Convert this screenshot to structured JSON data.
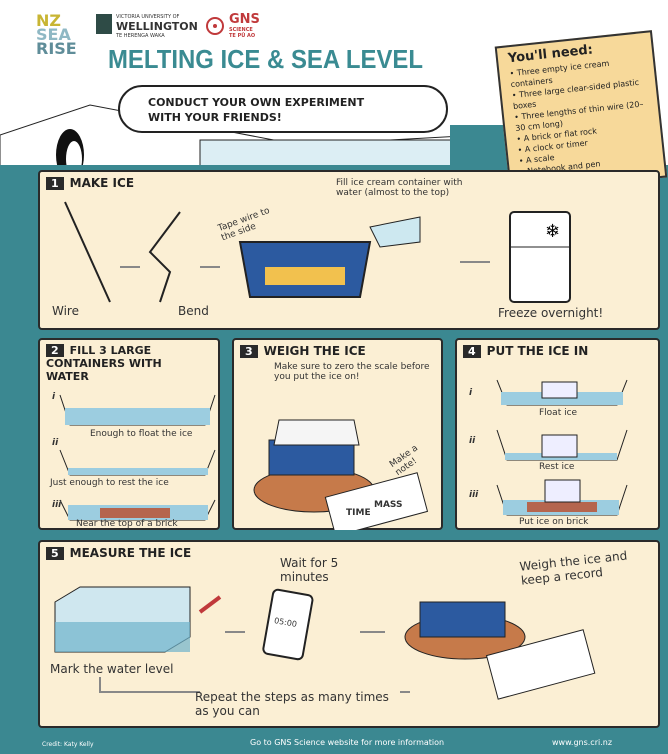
{
  "logos": {
    "nz_sea_rise": [
      "NZ",
      "SEA",
      "RISE"
    ],
    "vuw": {
      "top": "VICTORIA UNIVERSITY OF",
      "name": "WELLINGTON",
      "sub": "TE HERENGA WAKA"
    },
    "gns": {
      "name": "GNS",
      "sub": "SCIENCE",
      "tag": "TE PŪ AO"
    }
  },
  "title": "MELTING ICE & SEA LEVEL",
  "bubble": [
    "CONDUCT YOUR OWN EXPERIMENT",
    "WITH YOUR FRIENDS!"
  ],
  "needs": {
    "heading": "You'll need:",
    "items": [
      "Three empty ice cream containers",
      "Three large clear-sided plastic boxes",
      "Three lengths of thin wire (20–30 cm long)",
      "A brick or flat rock",
      "A clock or timer",
      "A scale",
      "Notebook and pen"
    ]
  },
  "step1": {
    "num": "1",
    "title": "MAKE ICE",
    "wire": "Wire",
    "bend": "Bend",
    "tape": "Tape wire to the side",
    "fill": "Fill ice cream container with water (almost to the top)",
    "freeze": "Freeze overnight!"
  },
  "step2": {
    "num": "2",
    "title": "FILL 3 LARGE CONTAINERS WITH WATER",
    "items": [
      {
        "n": "i",
        "t": "Enough to float the ice"
      },
      {
        "n": "ii",
        "t": "Just enough to rest the ice"
      },
      {
        "n": "iii",
        "t": "Near the top of a brick"
      }
    ]
  },
  "step3": {
    "num": "3",
    "title": "WEIGH THE ICE",
    "note": "Make sure to zero the scale before you put the ice on!",
    "make_note": "Make a note!",
    "time": "TIME",
    "mass": "MASS"
  },
  "step4": {
    "num": "4",
    "title": "PUT THE ICE IN",
    "items": [
      {
        "n": "i",
        "t": "Float ice"
      },
      {
        "n": "ii",
        "t": "Rest ice"
      },
      {
        "n": "iii",
        "t": "Put ice on brick"
      }
    ]
  },
  "step5": {
    "num": "5",
    "title": "MEASURE THE ICE",
    "mark": "Mark the water level",
    "wait": "Wait for 5 minutes",
    "clock": "05:00",
    "weigh": "Weigh the ice and keep a record",
    "repeat": "Repeat the steps as many times as you can"
  },
  "footer": {
    "credit": "Credit: Katy Kelly",
    "info": "Go to GNS Science website for more information",
    "url": "www.gns.cri.nz"
  },
  "colors": {
    "teal": "#3b8891",
    "cream": "#fbefd4",
    "note": "#f7d99a",
    "title": "#3a8b92"
  }
}
